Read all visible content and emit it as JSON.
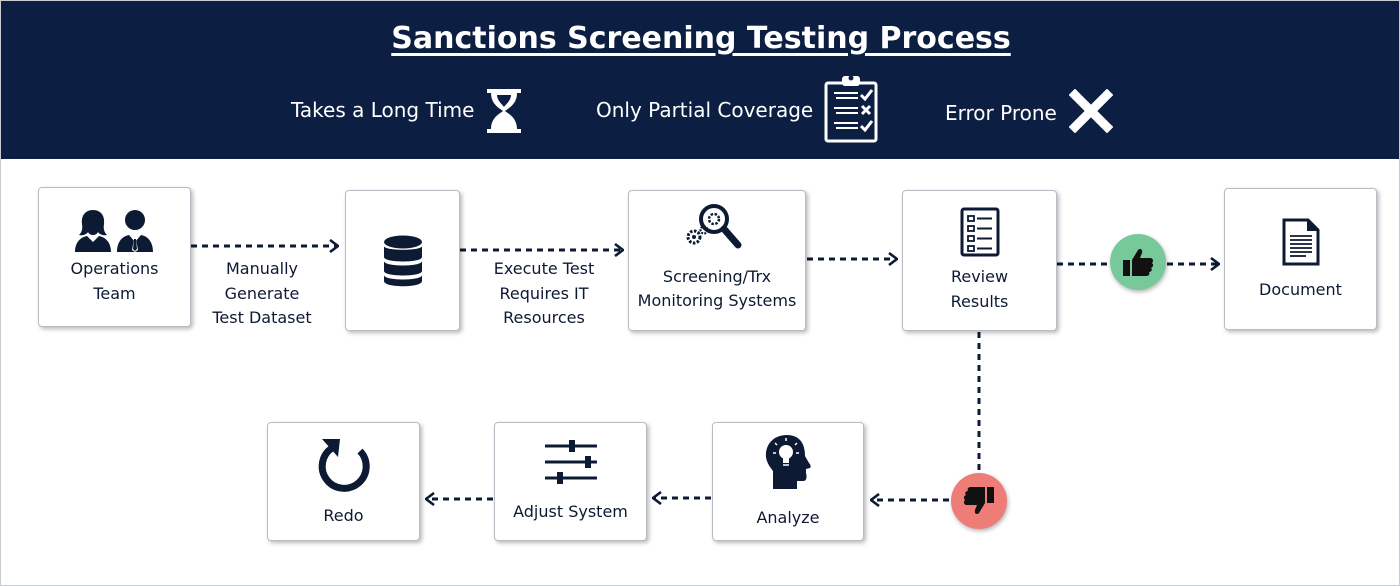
{
  "title": "Sanctions Screening Testing Process",
  "issues": [
    {
      "label": "Takes a Long Time",
      "icon": "hourglass-icon"
    },
    {
      "label": "Only Partial Coverage",
      "icon": "clipboard-checklist-icon"
    },
    {
      "label": "Error Prone",
      "icon": "x-mark-icon"
    }
  ],
  "nodes": {
    "operations_team": {
      "label_line1": "Operations",
      "label_line2": "Team",
      "icon": "people-icon"
    },
    "dataset": {
      "icon": "database-icon"
    },
    "systems": {
      "label_line1": "Screening/Trx",
      "label_line2": "Monitoring Systems",
      "icon": "gears-magnifier-icon"
    },
    "review": {
      "label_line1": "Review",
      "label_line2": "Results",
      "icon": "checklist-icon"
    },
    "document": {
      "label": "Document",
      "icon": "document-icon"
    },
    "analyze": {
      "label": "Analyze",
      "icon": "head-lightbulb-icon"
    },
    "adjust": {
      "label": "Adjust System",
      "icon": "sliders-icon"
    },
    "redo": {
      "label": "Redo",
      "icon": "redo-arrow-icon"
    }
  },
  "edge_labels": {
    "generate": [
      "Manually",
      "Generate",
      "Test Dataset"
    ],
    "execute": [
      "Execute Test",
      "Requires IT",
      "Resources"
    ]
  },
  "outcomes": {
    "pass_icon": "thumbs-up-icon",
    "fail_icon": "thumbs-down-icon"
  },
  "colors": {
    "header_bg": "#0c1f42",
    "ink": "#0d1a33",
    "pass_badge": "#78c99a",
    "fail_badge": "#ee7c77"
  }
}
